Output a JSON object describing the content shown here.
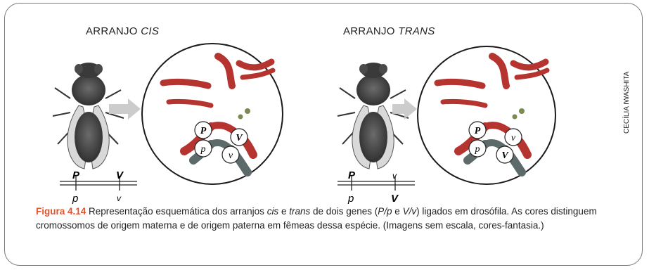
{
  "panels": {
    "cis": {
      "title_prefix": "ARRANJO ",
      "title_italic": "CIS",
      "top_upper": "P",
      "top_lower": "p",
      "v_upper": "V",
      "v_lower": "v",
      "circle_left": "P",
      "circle_left_low": "p",
      "circle_right": "V",
      "circle_right_low": "v"
    },
    "trans": {
      "title_prefix": "ARRANJO ",
      "title_italic": "TRANS",
      "top_upper": "P",
      "top_lower": "p",
      "v_upper": "v",
      "v_lower": "V",
      "circle_left": "P",
      "circle_left_low": "p",
      "circle_right": "v",
      "circle_right_low": "V"
    }
  },
  "credit": "CECÍLIA IWASHITA",
  "caption": {
    "fig_label": "Figura 4.14",
    "t1": " Representação esquemática dos arranjos ",
    "cis": "cis",
    "t2": " e ",
    "trans": "trans",
    "t3": " de dois genes (",
    "g1": "P/p",
    "t4": " e ",
    "g2": "V/v",
    "t5": ") ligados em drosófila. As cores distinguem cromossomos de origem materna e de origem paterna em fêmeas dessa espécie. (Imagens sem escala, cores-fantasia.)"
  },
  "colors": {
    "chrom_dark": "#5c6a6a",
    "chrom_red": "#b5342f",
    "frame": "#7a7a7a",
    "fig_label": "#e0552f"
  }
}
